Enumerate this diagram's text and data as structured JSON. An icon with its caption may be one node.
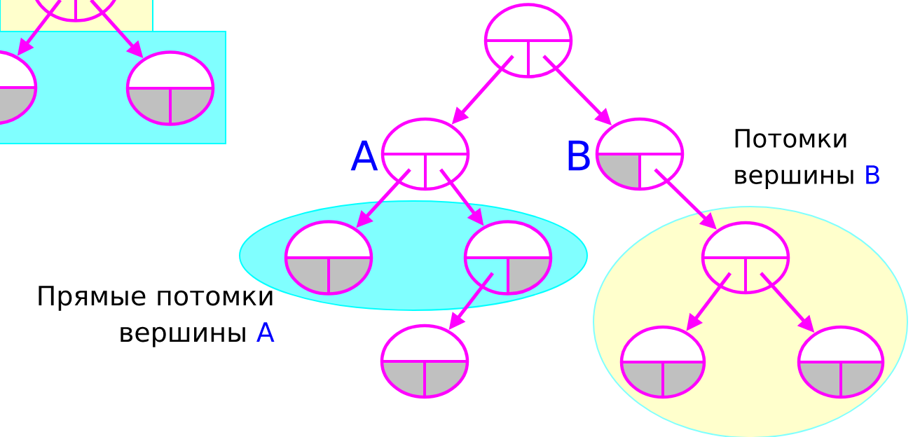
{
  "diagram": {
    "nodes": [
      {
        "text": [],
        "shape": "box"
      },
      {
        "text": [],
        "shape": "ellipse",
        "in": 0
      },
      {
        "text": [],
        "shape": "box"
      },
      {
        "text": [],
        "shape": "ellipse",
        "in": 2
      },
      {
        "text": [],
        "shape": "ellipse",
        "in": 2
      },
      {
        "text": [],
        "shape": "ellipse"
      },
      {
        "text": [],
        "shape": "ellipse",
        "beside": [
          "A"
        ]
      },
      {
        "text": [],
        "shape": "ellipse",
        "beside": [
          "B"
        ]
      },
      {
        "text": [],
        "shape": "ellipse"
      },
      {
        "text": [],
        "shape": "ellipse",
        "in": 8
      },
      {
        "text": [],
        "shape": "ellipse",
        "in": 8
      },
      {
        "text": [],
        "shape": "ellipse"
      },
      {
        "text": [],
        "shape": "ellipse"
      },
      {
        "text": [],
        "shape": "ellipse",
        "in": 12
      },
      {
        "text": [],
        "shape": "ellipse",
        "in": 12
      },
      {
        "text": [],
        "shape": "ellipse",
        "in": 12
      }
    ],
    "edges": [
      {
        "from": 1,
        "to": 3,
        "arrow": "to"
      },
      {
        "from": 1,
        "to": 4,
        "arrow": "to"
      },
      {
        "from": 5,
        "to": 6,
        "arrow": "to"
      },
      {
        "from": 5,
        "to": 7,
        "arrow": "to"
      },
      {
        "from": 6,
        "to": 9,
        "arrow": "to"
      },
      {
        "from": 6,
        "to": 10,
        "arrow": "to"
      },
      {
        "from": 10,
        "to": 11,
        "arrow": "to"
      },
      {
        "from": 7,
        "to": 13,
        "arrow": "to"
      },
      {
        "from": 13,
        "to": 14,
        "arrow": "to"
      },
      {
        "from": 13,
        "to": 15,
        "arrow": "to"
      }
    ],
    "labels": [
      "Прямые потомки вершины",
      "A",
      "Потомки вершины",
      "B"
    ]
  }
}
